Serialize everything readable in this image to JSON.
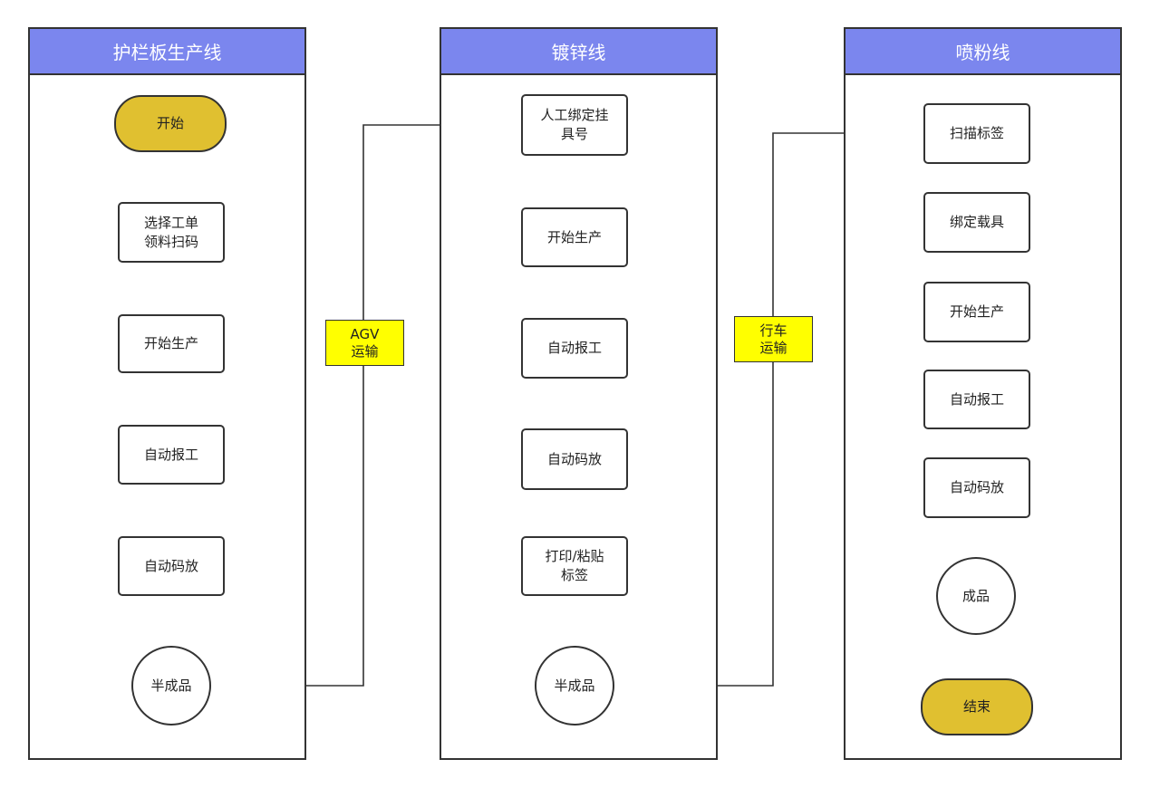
{
  "lanes": [
    {
      "title": "护栏板生产线",
      "nodes": [
        "开始",
        "选择工单\n领料扫码",
        "开始生产",
        "自动报工",
        "自动码放",
        "半成品"
      ]
    },
    {
      "title": "镀锌线",
      "nodes": [
        "人工绑定挂\n具号",
        "开始生产",
        "自动报工",
        "自动码放",
        "打印/粘贴\n标签",
        "半成品"
      ]
    },
    {
      "title": "喷粉线",
      "nodes": [
        "扫描标签",
        "绑定载具",
        "开始生产",
        "自动报工",
        "自动码放",
        "成品",
        "结束"
      ]
    }
  ],
  "transfers": [
    {
      "label": "AGV\n运输"
    },
    {
      "label": "行车\n运输"
    }
  ],
  "colors": {
    "header": "#7b86ee",
    "terminal": "#e0c030",
    "note": "#ffff00",
    "line": "#333333"
  }
}
